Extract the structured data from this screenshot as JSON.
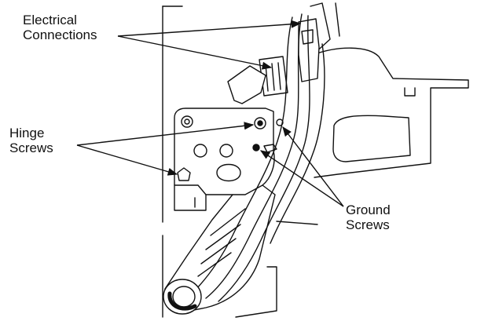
{
  "labels": {
    "electrical": {
      "line1": "Electrical",
      "line2": "Connections"
    },
    "hinge": {
      "line1": "Hinge",
      "line2": "Screws"
    },
    "ground": {
      "line1": "Ground",
      "line2": "Screws"
    }
  },
  "colors": {
    "ink": "#111111",
    "paper": "#ffffff",
    "shade": "#d9d9d9"
  }
}
